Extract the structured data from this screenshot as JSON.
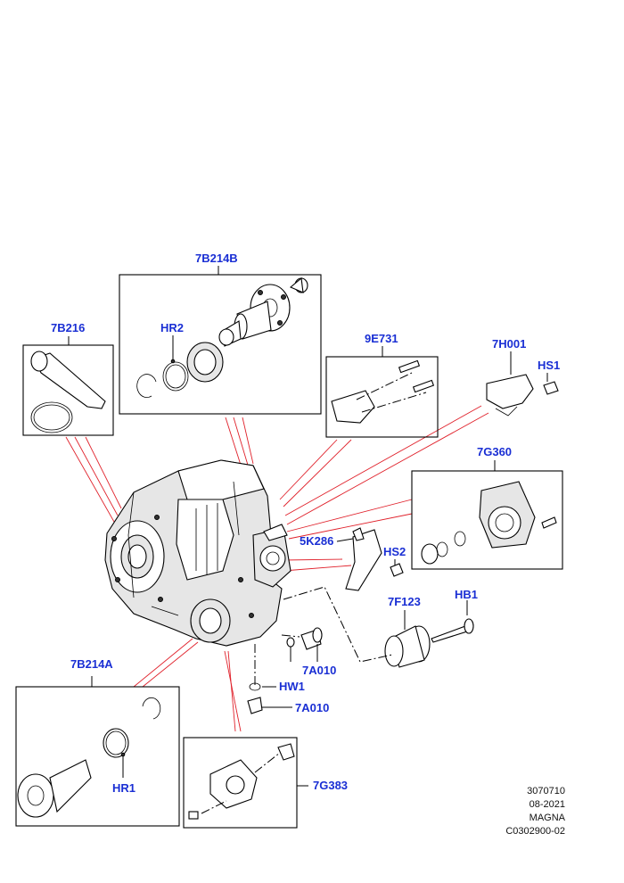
{
  "callouts": {
    "c_7B214B": "7B214B",
    "c_HR2": "HR2",
    "c_7B216": "7B216",
    "c_9E731": "9E731",
    "c_7H001": "7H001",
    "c_HS1": "HS1",
    "c_7G360": "7G360",
    "c_5K286": "5K286",
    "c_HS2": "HS2",
    "c_7F123": "7F123",
    "c_HB1": "HB1",
    "c_7A010a": "7A010",
    "c_HW1": "HW1",
    "c_7A010b": "7A010",
    "c_7B214A": "7B214A",
    "c_HR1": "HR1",
    "c_7G383": "7G383"
  },
  "meta": {
    "ref": "3070710",
    "date": "08-2021",
    "brand": "MAGNA",
    "code": "C0302900-02"
  },
  "colors": {
    "callout": "#1a2fd4",
    "leader_red": "#e0202a",
    "line": "#000000"
  }
}
